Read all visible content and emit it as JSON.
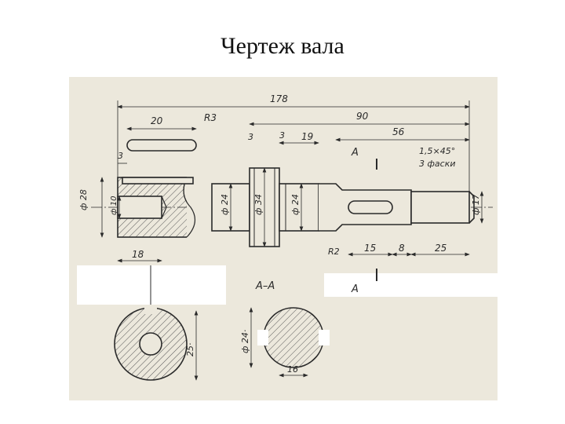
{
  "title": "Чертеж вала",
  "colors": {
    "paper": "#ece8dc",
    "ink": "#2a2a2a",
    "hatch": "#555555"
  },
  "dimensions": {
    "d178": "178",
    "d90": "90",
    "d56": "56",
    "d20": "20",
    "r3": "R3",
    "d3a": "3",
    "d3b": "3",
    "d3c": "3",
    "d19": "19",
    "d28": "ф 28",
    "d10": "ф 10",
    "d24a": "ф 24",
    "d34": "ф 34",
    "d24b": "ф 24",
    "d17": "ф 17",
    "d18": "18",
    "r2": "R2",
    "d15": "15",
    "d8": "8",
    "d25a": "25",
    "d25b": "25·",
    "d24c": "ф 24·",
    "d16": "16"
  },
  "labels": {
    "section_a_top": "A",
    "section_a_bottom": "A",
    "section_title": "A–A",
    "chamfer": "1,5×45°",
    "chamfer_note": "3 фаски"
  }
}
